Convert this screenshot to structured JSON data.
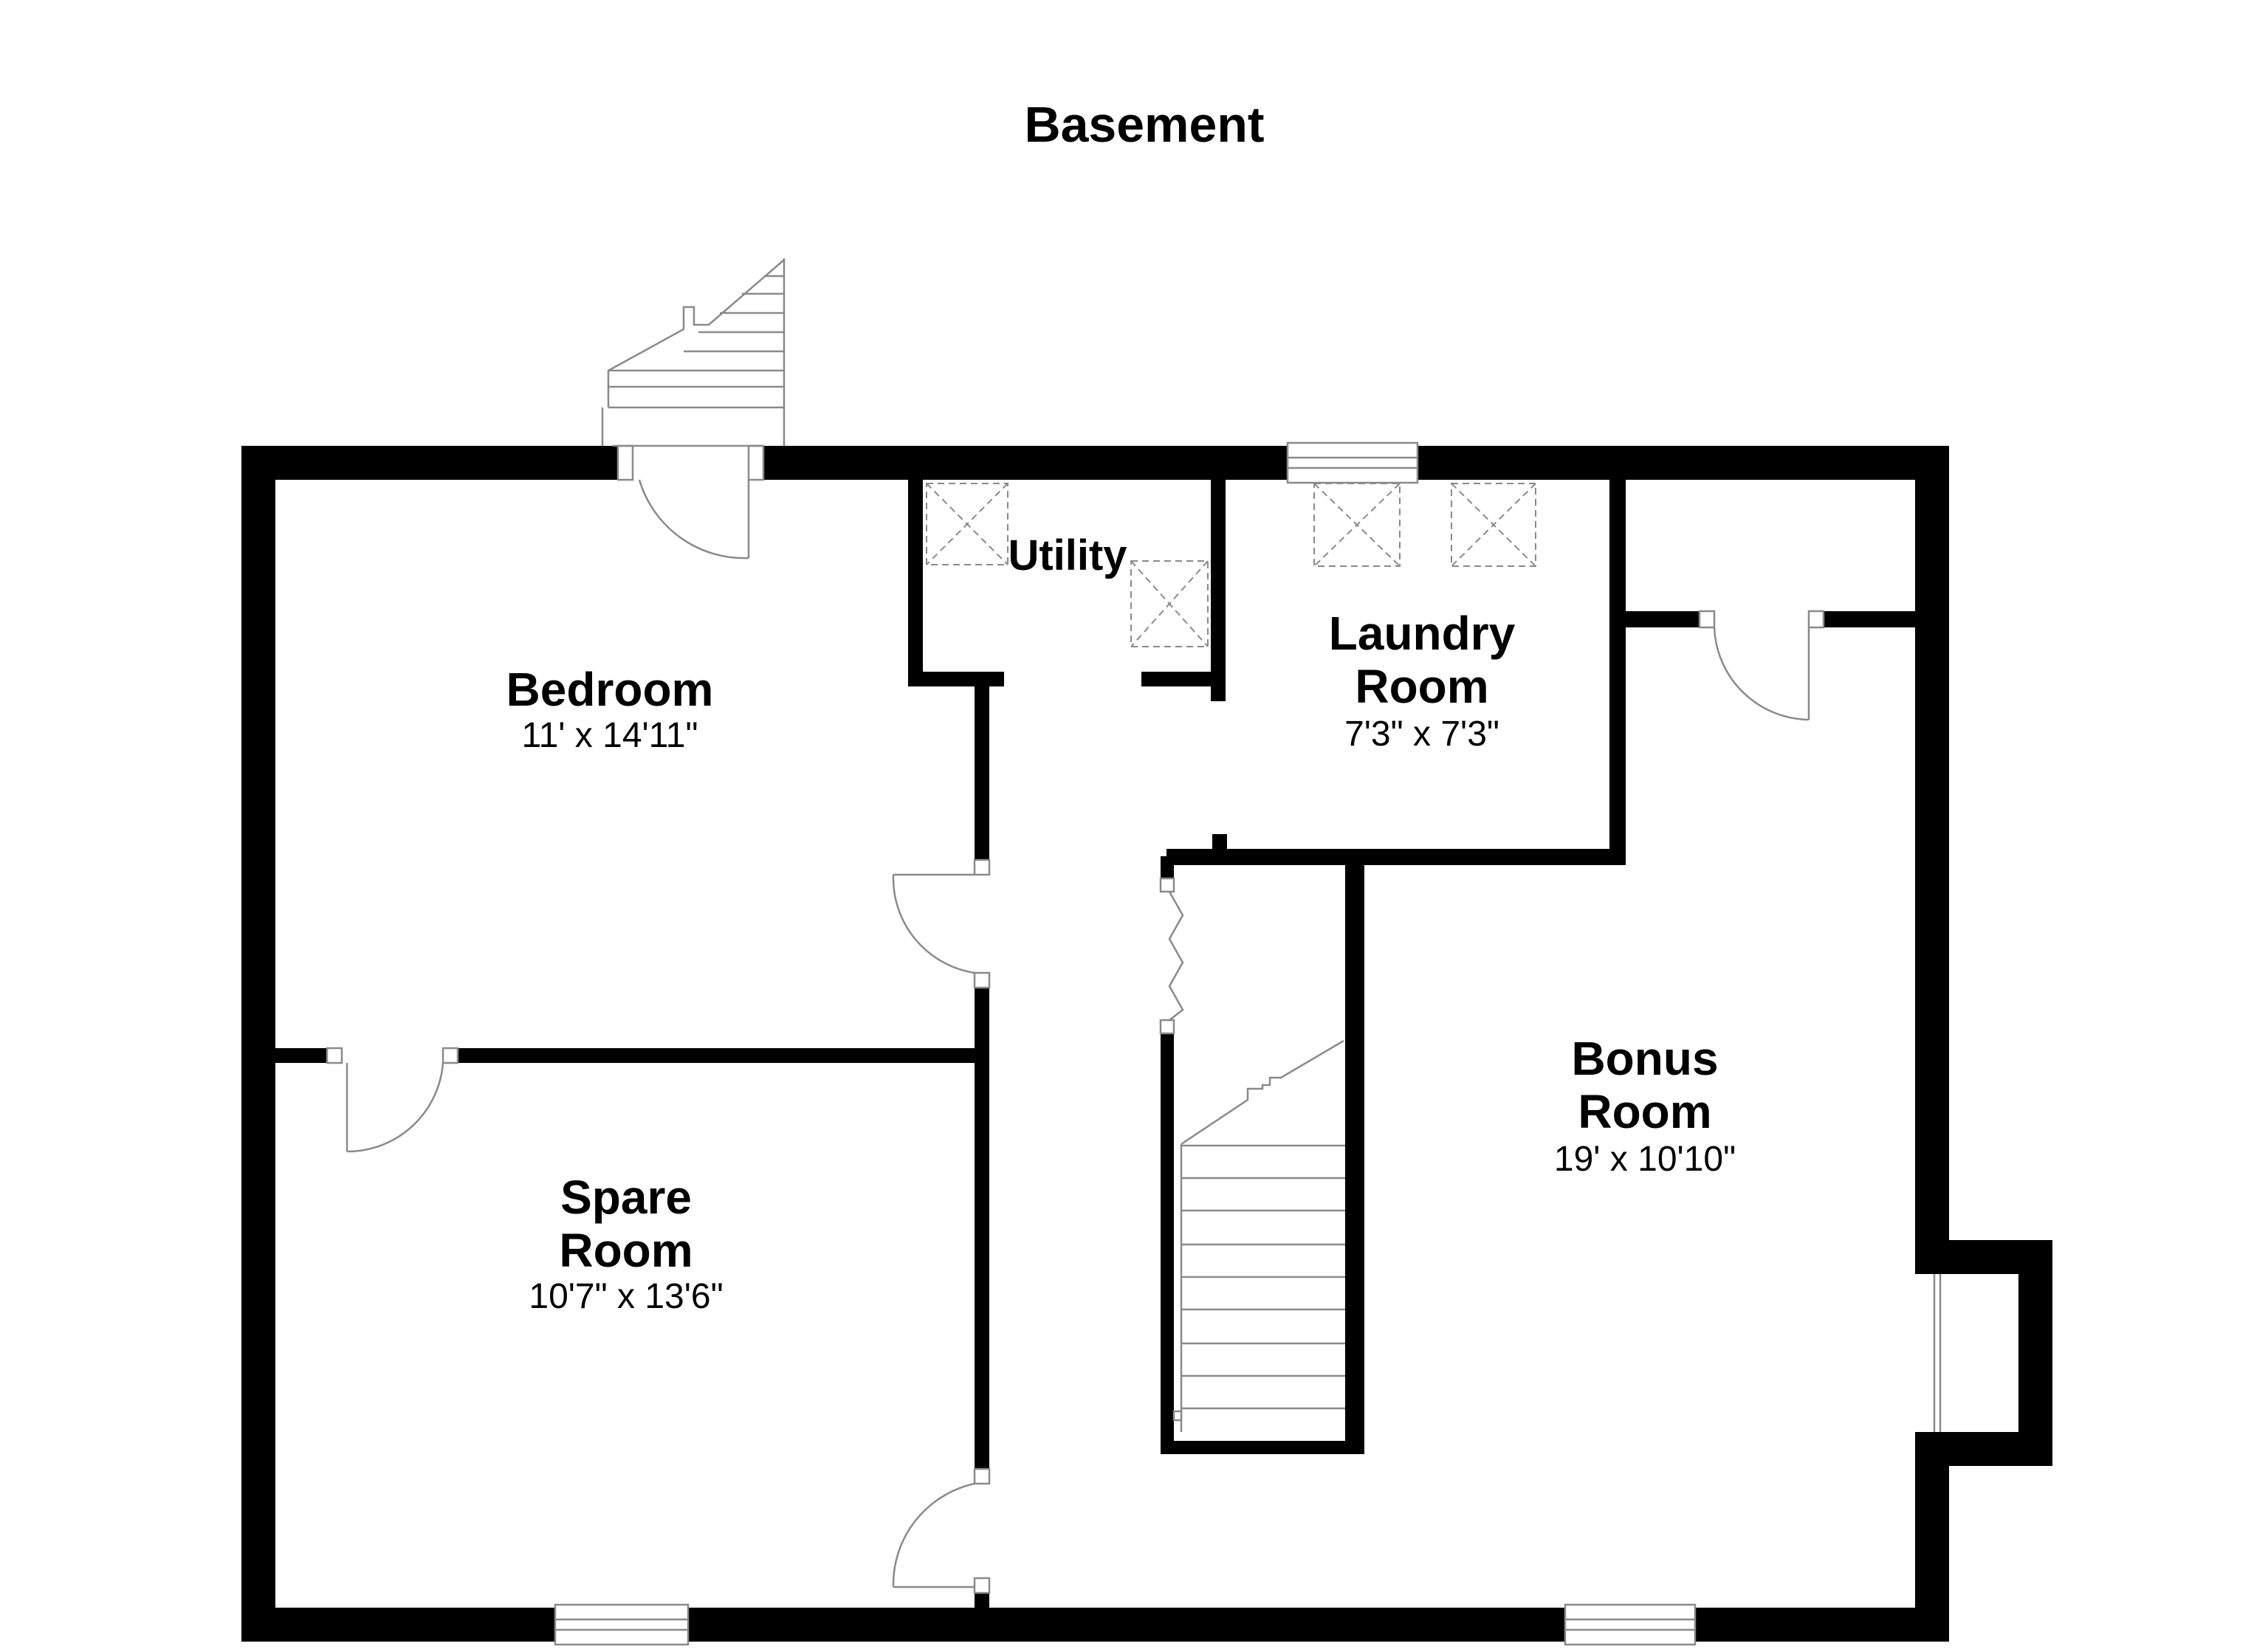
{
  "title": "Basement",
  "rooms": {
    "bedroom": {
      "name": "Bedroom",
      "dims": "11' x 14'11\""
    },
    "spare_room": {
      "name_line1": "Spare",
      "name_line2": "Room",
      "dims": "10'7\" x 13'6\""
    },
    "utility": {
      "name": "Utility"
    },
    "laundry_room": {
      "name_line1": "Laundry",
      "name_line2": "Room",
      "dims": "7'3\" x 7'3\""
    },
    "bonus_room": {
      "name_line1": "Bonus",
      "name_line2": "Room",
      "dims": "19' x 10'10\""
    }
  },
  "colors": {
    "wall": "#000000",
    "fixture_line": "#8a8a8a",
    "background": "#ffffff"
  }
}
